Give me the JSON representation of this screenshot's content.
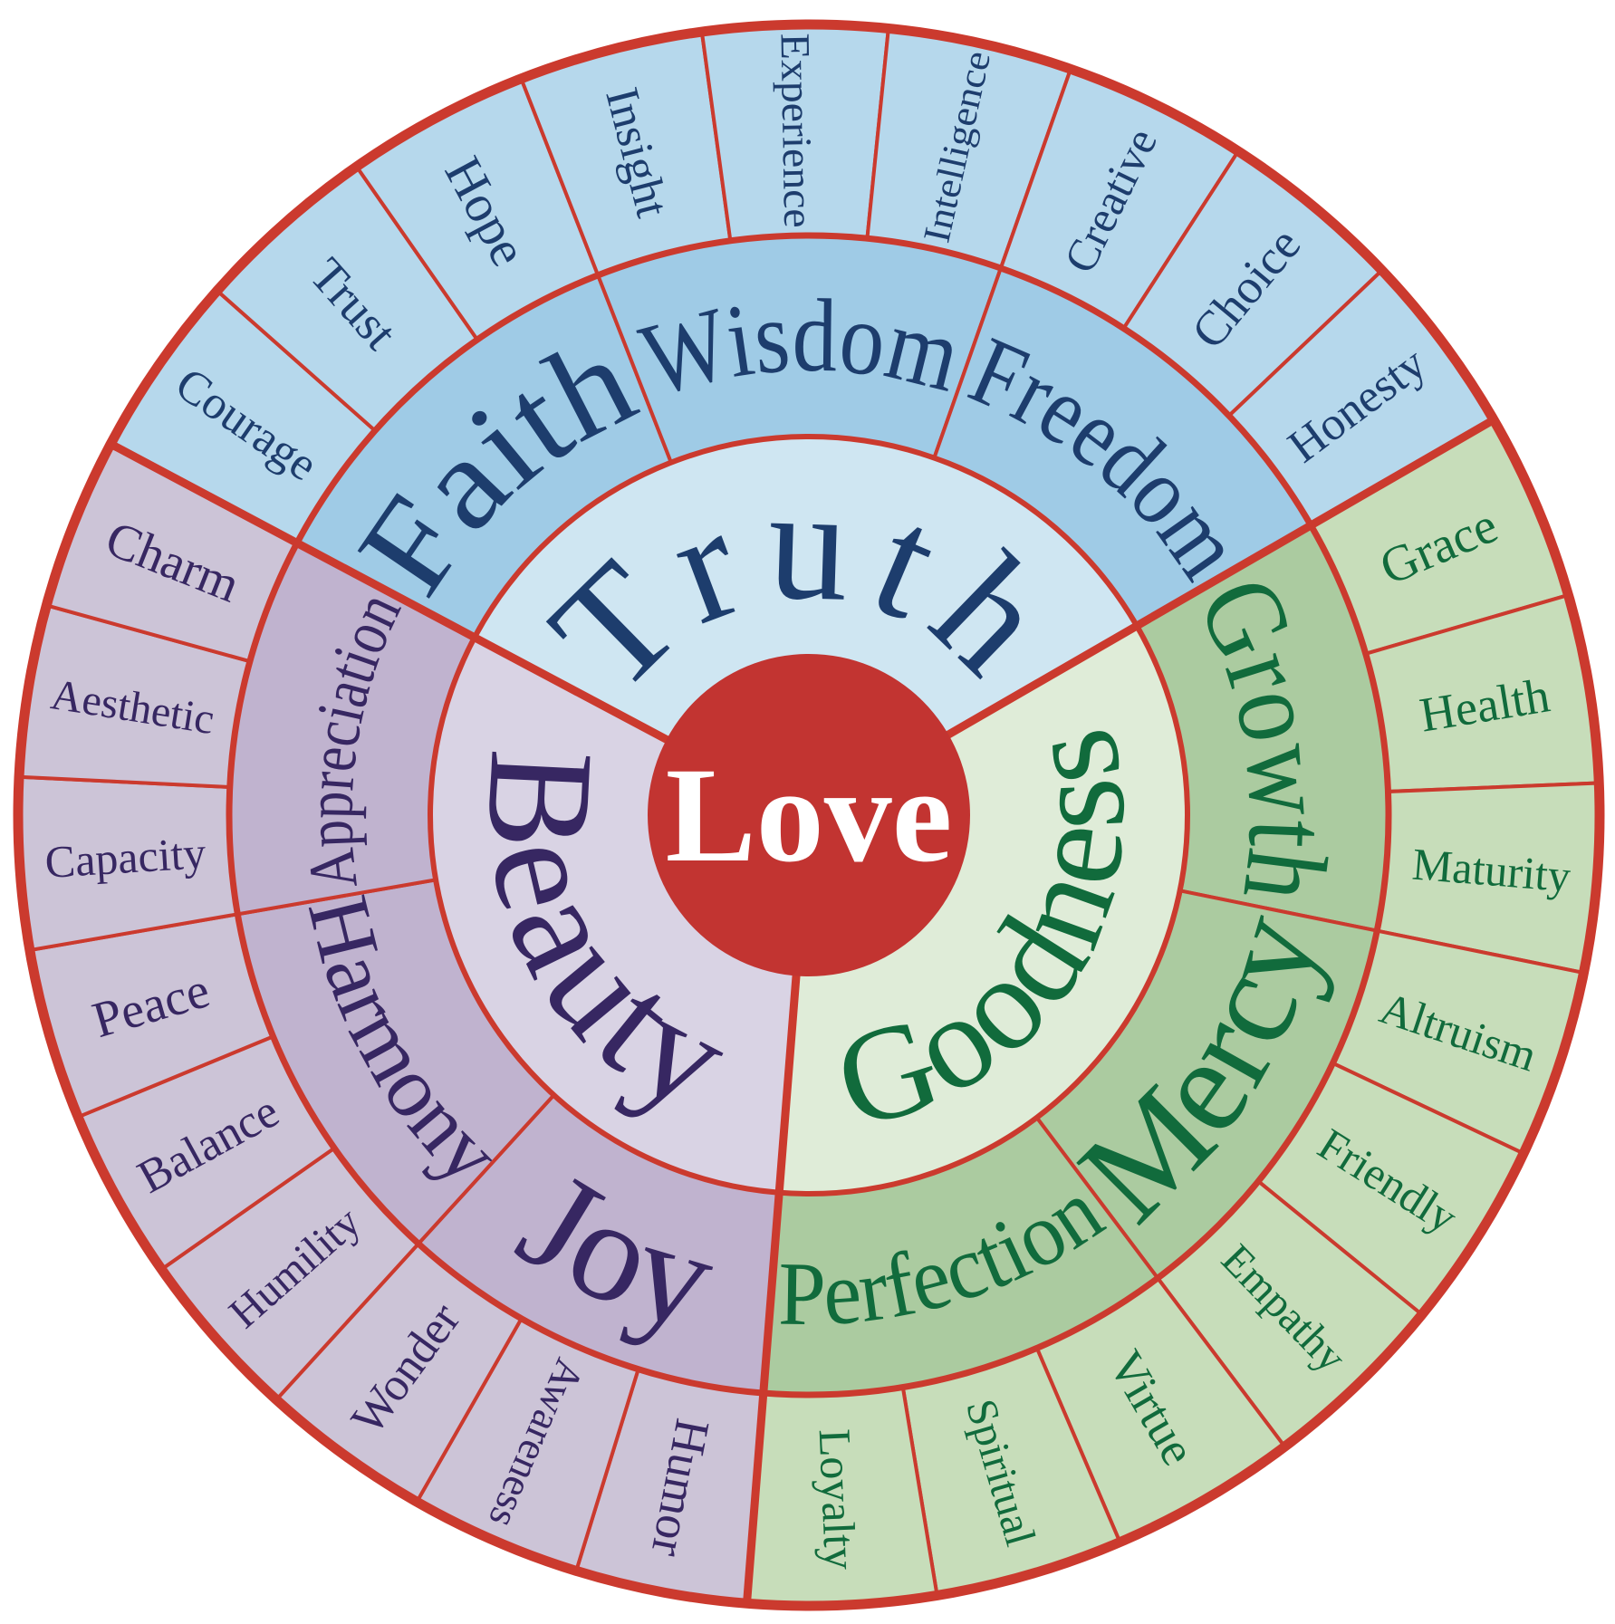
{
  "wheel": {
    "center": "Love",
    "accent": {
      "line_red": "#cb3a2e",
      "center_red": "#c23431",
      "center_text_color": "#ffffff"
    },
    "sectors": [
      {
        "id": "truth",
        "label": "Truth",
        "start": -62,
        "end": 60,
        "palette": {
          "inner": "#cfe6f2",
          "middle": "#9fcbe6",
          "outer": "#b6d8ec",
          "text": "#1d3d6d"
        },
        "middle": [
          {
            "label": "Faith",
            "children": [
              "Courage",
              "Trust",
              "Hope"
            ]
          },
          {
            "label": "Wisdom",
            "children": [
              "Insight",
              "Experience",
              "Intelligence"
            ]
          },
          {
            "label": "Freedom",
            "children": [
              "Creative",
              "Choice",
              "Honesty"
            ]
          }
        ]
      },
      {
        "id": "goodness",
        "label": "Goodness",
        "start": 60,
        "end": 184.5,
        "palette": {
          "inner": "#dfecd8",
          "middle": "#abcba0",
          "outer": "#c7ddba",
          "text": "#116b3c"
        },
        "middle": [
          {
            "label": "Growth",
            "children": [
              "Grace",
              "Health",
              "Maturity"
            ]
          },
          {
            "label": "Mercy",
            "children": [
              "Altruism",
              "Friendly",
              "Empathy"
            ]
          },
          {
            "label": "Perfection",
            "children": [
              "Virtue",
              "Spiritual",
              "Loyalty"
            ]
          }
        ]
      },
      {
        "id": "beauty",
        "label": "Beauty",
        "start": 184.5,
        "end": 298,
        "palette": {
          "inner": "#d9d3e4",
          "middle": "#c0b3cf",
          "outer": "#ccc4d7",
          "text": "#372762"
        },
        "middle": [
          {
            "label": "Joy",
            "children": [
              "Humor",
              "Awareness",
              "Wonder"
            ]
          },
          {
            "label": "Harmony",
            "children": [
              "Humility",
              "Balance",
              "Peace"
            ]
          },
          {
            "label": "Appreciation",
            "children": [
              "Capacity",
              "Aesthetic",
              "Charm"
            ]
          }
        ]
      }
    ]
  }
}
